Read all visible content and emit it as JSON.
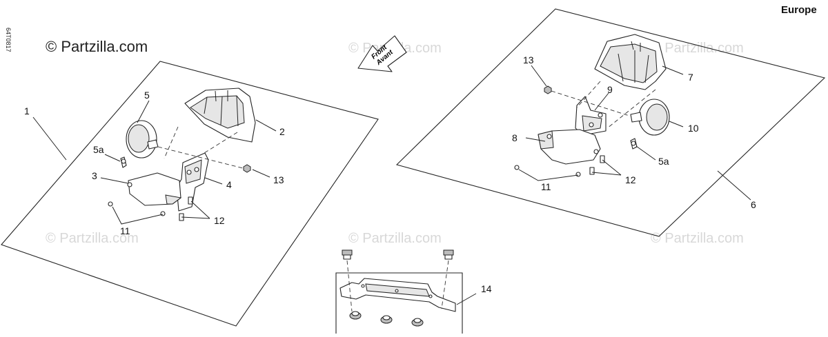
{
  "diagram": {
    "region_label": "Europe",
    "document_code": "64T0817",
    "copyright": "© Partzilla.com",
    "watermark": "© Partzilla.com",
    "direction_arrow": {
      "line1": "Front",
      "line2": "Avant"
    },
    "callouts": {
      "left": {
        "c1": "1",
        "c5": "5",
        "c5a": "5a",
        "c2": "2",
        "c3": "3",
        "c4": "4",
        "c13": "13",
        "c11": "11",
        "c12": "12"
      },
      "right": {
        "c13": "13",
        "c7": "7",
        "c9": "9",
        "c10": "10",
        "c8": "8",
        "c5a": "5a",
        "c11": "11",
        "c12": "12",
        "c6": "6"
      },
      "bottom": {
        "c14": "14"
      }
    }
  }
}
